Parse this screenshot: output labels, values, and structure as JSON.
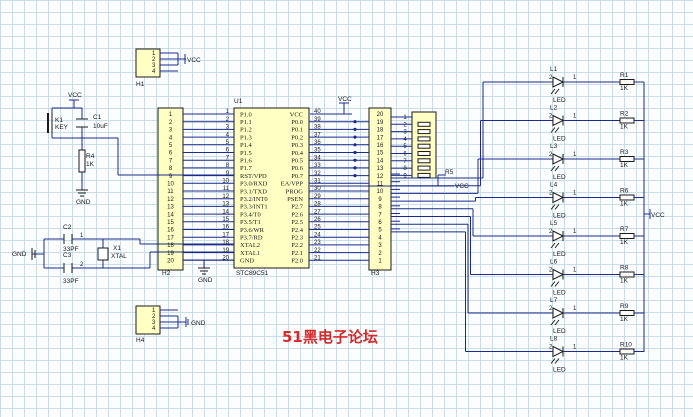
{
  "watermark": "51黑电子论坛",
  "colors": {
    "chip_fill": "#ffffc4",
    "wire": "#1d2a8a",
    "text": "#1a1a1a",
    "watermark": "#d52b2b",
    "grid": "#c9dce8"
  },
  "mcu": {
    "ref": "U1",
    "part": "STC89C51",
    "left_pins": [
      "P1.0",
      "P1.1",
      "P1.2",
      "P1.3",
      "P1.4",
      "P1.5",
      "P1.6",
      "P1.7",
      "RST/VPD",
      "P3.0/RXD",
      "P3.1/TXD",
      "P3.2/INT0",
      "P3.3/INT1",
      "P3.4/T0",
      "P3.5/T1",
      "P3.6/WR",
      "P3.7/RD",
      "XTAL2",
      "XTAL1",
      "GND"
    ],
    "right_pins": [
      "VCC",
      "P0.0",
      "P0.1",
      "P0.2",
      "P0.3",
      "P0.4",
      "P0.5",
      "P0.6",
      "P0.7",
      "EA/VPP",
      "PROG",
      "PSEN",
      "P2.7",
      "P2.6",
      "P2.5",
      "P2.4",
      "P2.3",
      "P2.2",
      "P2.1",
      "P2.0"
    ],
    "left_nums": [
      "1",
      "2",
      "3",
      "4",
      "5",
      "6",
      "7",
      "8",
      "9",
      "10",
      "11",
      "12",
      "13",
      "14",
      "15",
      "16",
      "17",
      "18",
      "19",
      "20"
    ],
    "right_nums": [
      "40",
      "39",
      "38",
      "37",
      "36",
      "35",
      "34",
      "33",
      "32",
      "31",
      "30",
      "29",
      "28",
      "27",
      "26",
      "25",
      "24",
      "23",
      "22",
      "21"
    ]
  },
  "header_h2": {
    "ref": "H2",
    "nums": [
      "1",
      "2",
      "3",
      "4",
      "5",
      "6",
      "7",
      "8",
      "9",
      "10",
      "11",
      "12",
      "13",
      "14",
      "15",
      "16",
      "17",
      "18",
      "19",
      "20"
    ]
  },
  "header_h3": {
    "ref": "H3",
    "nums": [
      "20",
      "19",
      "18",
      "17",
      "16",
      "15",
      "14",
      "13",
      "12",
      "11",
      "10",
      "9",
      "8",
      "7",
      "6",
      "5",
      "4",
      "3",
      "2",
      "1"
    ]
  },
  "header_h1": {
    "ref": "H1",
    "nums": [
      "1",
      "2",
      "3",
      "4"
    ],
    "net": "VCC"
  },
  "header_h4": {
    "ref": "H4",
    "nums": [
      "1",
      "2",
      "3",
      "4"
    ],
    "net": "GND"
  },
  "rpack": {
    "ref": "R5",
    "nums": [
      "1",
      "2",
      "3",
      "4",
      "5",
      "6",
      "7",
      "8",
      "9"
    ],
    "net": "VCC"
  },
  "reset": {
    "key_ref": "K1",
    "key_name": "KEY",
    "cap_ref": "C1",
    "cap_val": "10uF",
    "res_ref": "R4",
    "res_val": "1K",
    "vcc": "VCC",
    "gnd": "GND"
  },
  "osc": {
    "c2_ref": "C2",
    "c2_val": "33PF",
    "c3_ref": "C3",
    "c3_val": "33PF",
    "x_ref": "X1",
    "x_val": "XTAL",
    "gnd": "GND",
    "pin1": "1",
    "pin2": "2"
  },
  "top_vcc": "VCC",
  "mcu_gnd": "GND",
  "led_section": {
    "vcc": "VCC",
    "leds": [
      {
        "ref": "L1",
        "name": "LED",
        "r_ref": "R1",
        "r_val": "1K"
      },
      {
        "ref": "L2",
        "name": "LED",
        "r_ref": "R2",
        "r_val": "1K"
      },
      {
        "ref": "L3",
        "name": "LED",
        "r_ref": "R3",
        "r_val": "1K"
      },
      {
        "ref": "L4",
        "name": "LED",
        "r_ref": "R6",
        "r_val": "1K"
      },
      {
        "ref": "L5",
        "name": "LED",
        "r_ref": "R7",
        "r_val": "1K"
      },
      {
        "ref": "L6",
        "name": "LED",
        "r_ref": "R8",
        "r_val": "1K"
      },
      {
        "ref": "L7",
        "name": "LED",
        "r_ref": "R9",
        "r_val": "1K"
      },
      {
        "ref": "L8",
        "name": "LED",
        "r_ref": "R10",
        "r_val": "1K"
      }
    ]
  }
}
